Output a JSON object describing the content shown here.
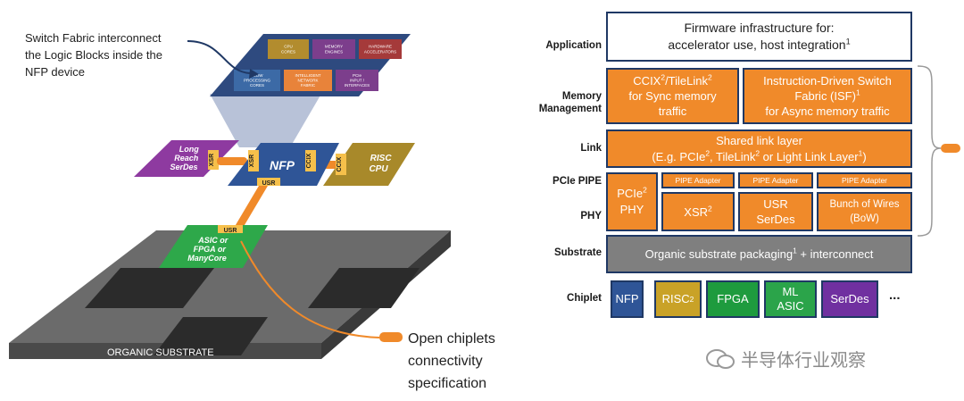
{
  "left": {
    "callout_top": [
      "Switch Fabric interconnect",
      "the Logic Blocks inside the",
      "NFP device"
    ],
    "callout_bottom": [
      "Open chiplets",
      "connectivity",
      "specification"
    ],
    "substrate_label": "ORGANIC SUBSTRATE",
    "nfp_label": "NFP",
    "ports": {
      "xsr_left": "XSR",
      "xsr_top": "XSR",
      "ccix_right": "CCIX",
      "ccix_risc": "CCIX",
      "usr": "USR",
      "usr_asic": "USR"
    },
    "long_reach": [
      "Long",
      "Reach",
      "SerDes"
    ],
    "risc_cpu": [
      "RISC",
      "CPU"
    ],
    "asic": [
      "ASIC or",
      "FPGA or",
      "ManyCore"
    ],
    "nfp_blocks": [
      {
        "label": [
          "CPU",
          "CORES"
        ],
        "color": "#b28c2e"
      },
      {
        "label": [
          "MEMORY",
          "ENGINES"
        ],
        "color": "#7c3e8c"
      },
      {
        "label": [
          "HARDWARE",
          "ACCELERATORS"
        ],
        "color": "#a53a3a"
      },
      {
        "label": [
          "FLOW",
          "PROCESSING",
          "CORES"
        ],
        "color": "#3c6aa6"
      },
      {
        "label": [
          "INTELLIGENT",
          "NETWORK",
          "FABRIC"
        ],
        "color": "#e8833a"
      },
      {
        "label": [
          "PCIe",
          "INPUT /",
          "INTERFACES"
        ],
        "color": "#7c3e8c"
      }
    ]
  },
  "right": {
    "row_labels": {
      "application": "Application",
      "memory": [
        "Memory",
        "Management"
      ],
      "link": "Link",
      "pcie_pipe": "PCIe PIPE",
      "phy": "PHY",
      "substrate": "Substrate",
      "chiplet": "Chiplet"
    },
    "app_box": {
      "line1": "Firmware infrastructure for:",
      "line2": "accelerator use, host integration",
      "sup": "1"
    },
    "ccix_box": {
      "p1": "CCIX",
      "s1": "2",
      "p2": "/TileLink",
      "s2": "2",
      "line2": "for Sync memory",
      "line3": "traffic"
    },
    "isf_box": {
      "line1": "Instruction-Driven Switch",
      "line2a": "Fabric (ISF)",
      "s": "1",
      "line3": "for Async memory traffic"
    },
    "link_box": {
      "line1": "Shared link layer",
      "a": "(E.g. PCIe",
      "s1": "2",
      "b": ", TileLink",
      "s2": "2",
      "c": " or Light Link Layer",
      "s3": "1",
      "d": ")"
    },
    "pcie_phy": {
      "a": "PCIe",
      "s": "2",
      "b": "PHY"
    },
    "pipe_adapter": "PIPE Adapter",
    "xsr": {
      "a": "XSR",
      "s": "2"
    },
    "usr": [
      "USR",
      "SerDes"
    ],
    "bow": [
      "Bunch of Wires",
      "(BoW)"
    ],
    "substrate_box": {
      "a": "Organic substrate packaging",
      "s": "1",
      "b": " + interconnect"
    },
    "chiplets": [
      {
        "label": "NFP",
        "color": "#2f5597",
        "text": "#ffffff"
      },
      {
        "label": "RISC",
        "sup": "2",
        "color": "#c9a227",
        "text": "#ffffff"
      },
      {
        "label": "FPGA",
        "color": "#1e9b3e",
        "text": "#ffffff"
      },
      {
        "label": "ML ASIC",
        "color": "#2ba44a",
        "text": "#ffffff"
      },
      {
        "label": "SerDes",
        "color": "#7030a0",
        "text": "#ffffff"
      }
    ],
    "ellipsis": "...",
    "watermark": "半导体行业观察"
  },
  "colors": {
    "orange": "#f08a2a",
    "navy": "#1f3864",
    "gray_box": "#7f7f7f"
  }
}
